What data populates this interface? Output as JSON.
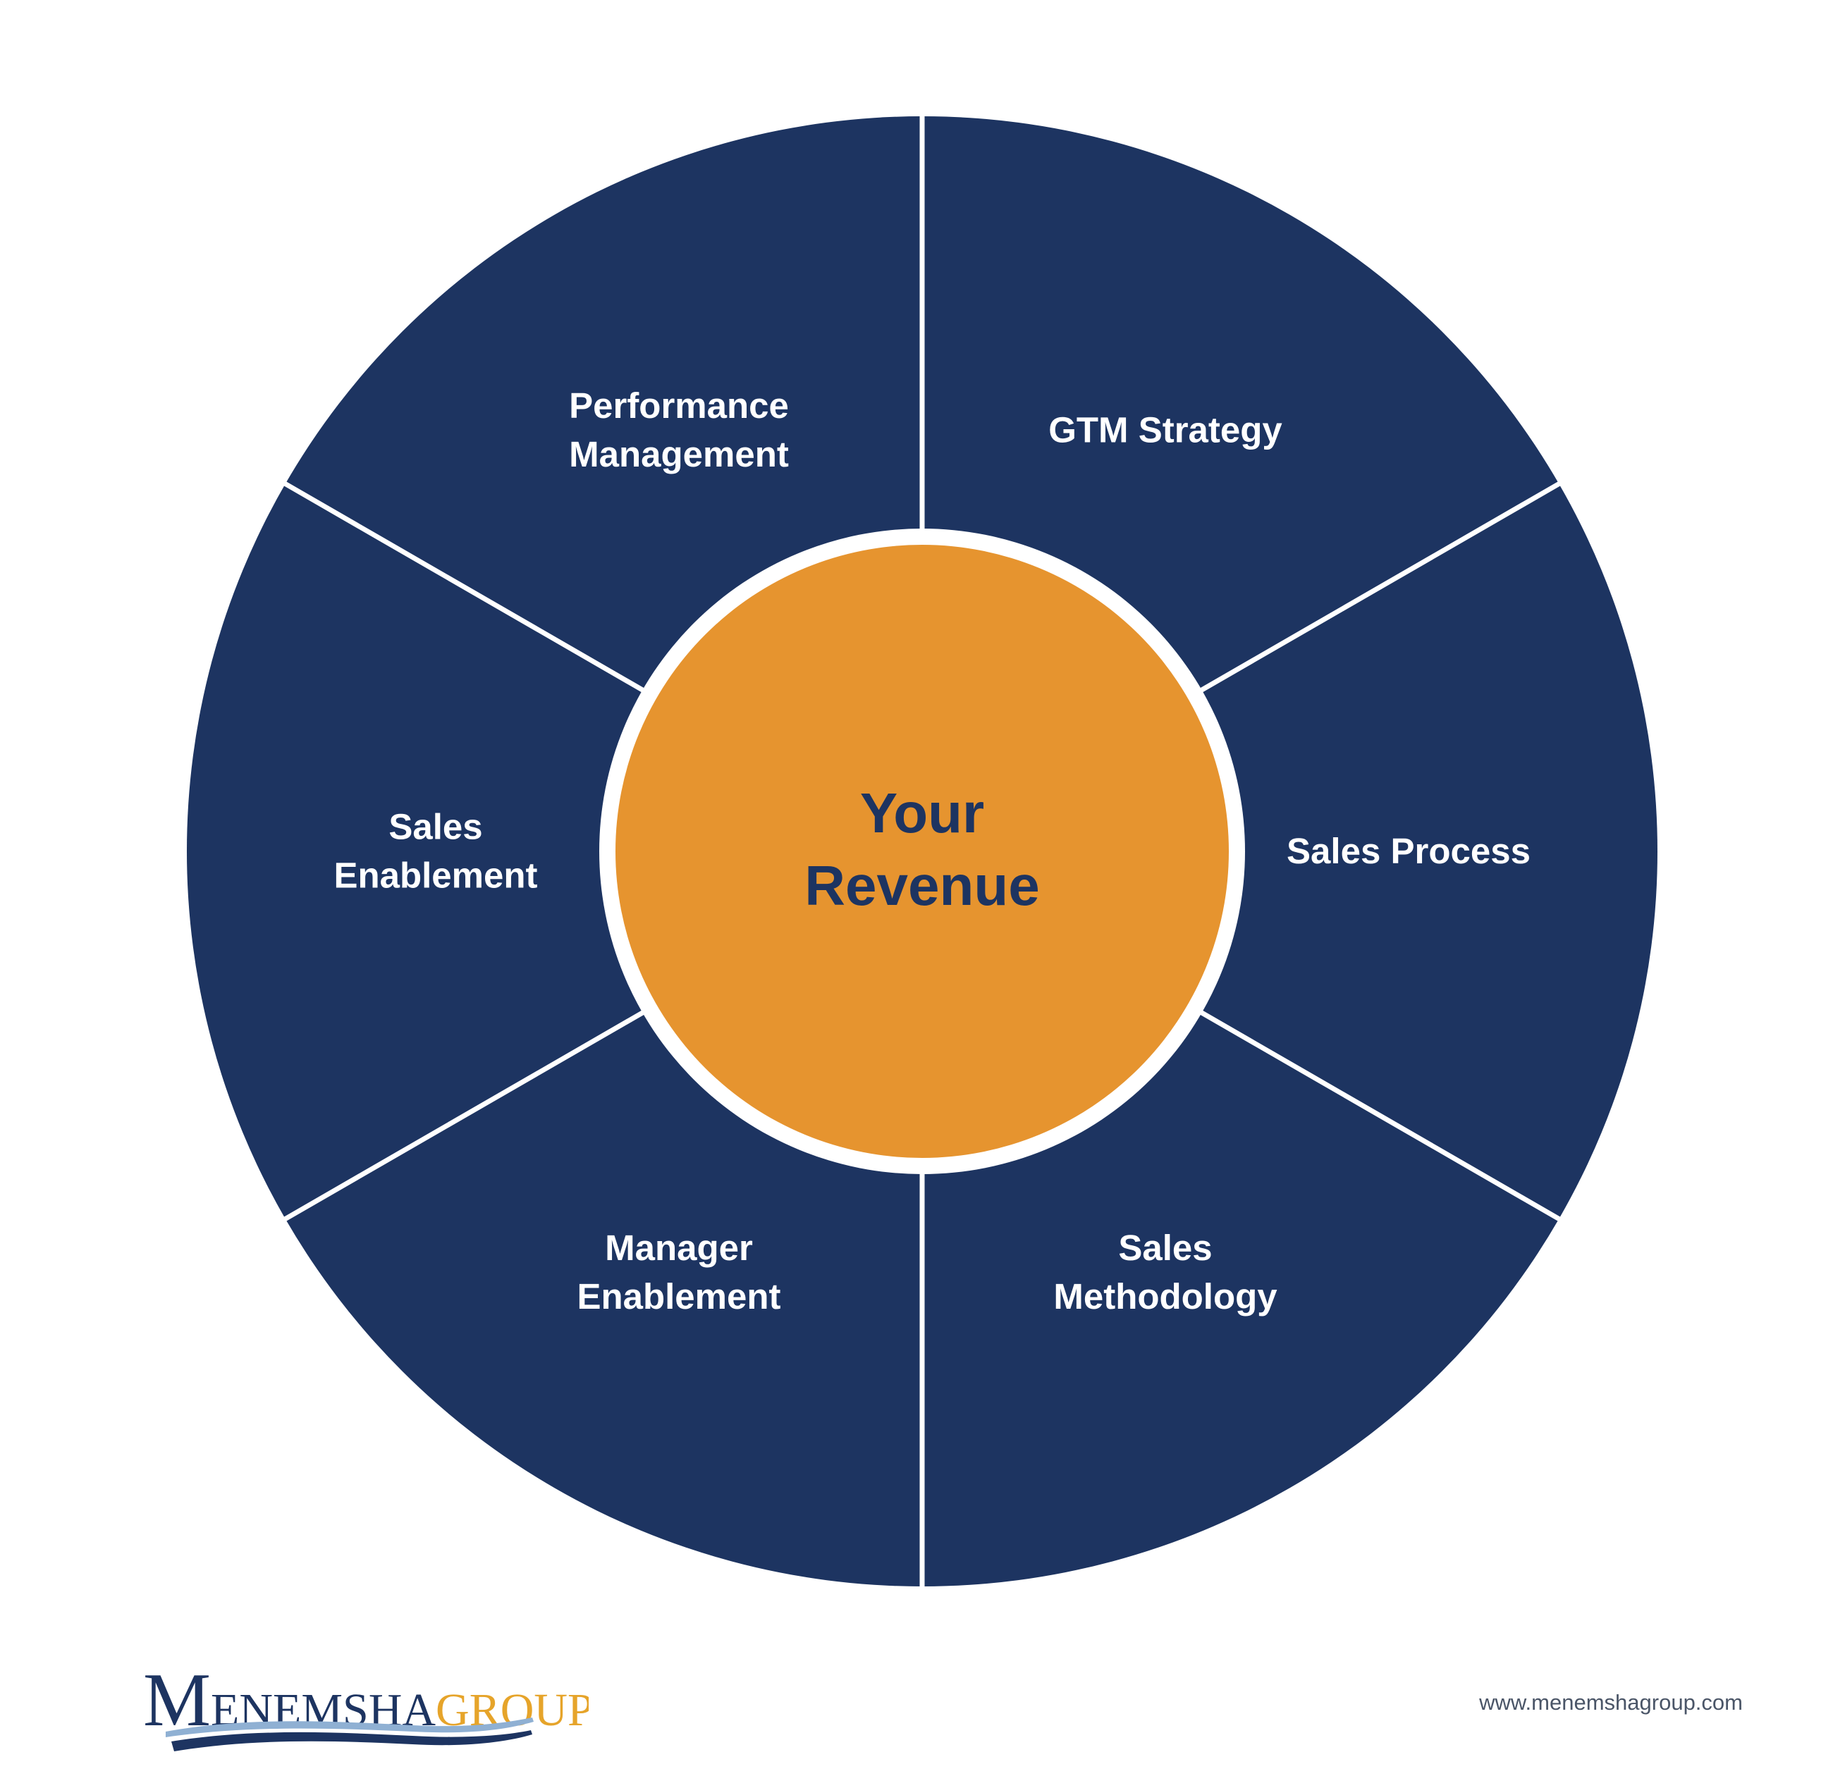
{
  "diagram": {
    "center": {
      "line1": "Your",
      "line2": "Revenue"
    },
    "segments": [
      {
        "id": "gtm-strategy",
        "lines": [
          "GTM Strategy"
        ]
      },
      {
        "id": "sales-process",
        "lines": [
          "Sales Process"
        ]
      },
      {
        "id": "sales-methodology",
        "lines": [
          "Sales",
          "Methodology"
        ]
      },
      {
        "id": "manager-enablement",
        "lines": [
          "Manager",
          "Enablement"
        ]
      },
      {
        "id": "sales-enablement",
        "lines": [
          "Sales",
          "Enablement"
        ]
      },
      {
        "id": "performance-management",
        "lines": [
          "Performance",
          "Management"
        ]
      }
    ]
  },
  "colors": {
    "segment_fill": "#1d3461",
    "center_fill": "#e6942f",
    "center_text": "#1d3461",
    "divider": "#ffffff",
    "logo_navy": "#1d3461",
    "logo_gold": "#e6a42a",
    "logo_wave_light": "#8fb0d3",
    "website_text": "#4a5567"
  },
  "footer": {
    "logo": {
      "first_letter": "M",
      "rest_primary": "ENEMSHA",
      "secondary": "GROUP"
    },
    "website": "www.menemshagroup.com"
  }
}
